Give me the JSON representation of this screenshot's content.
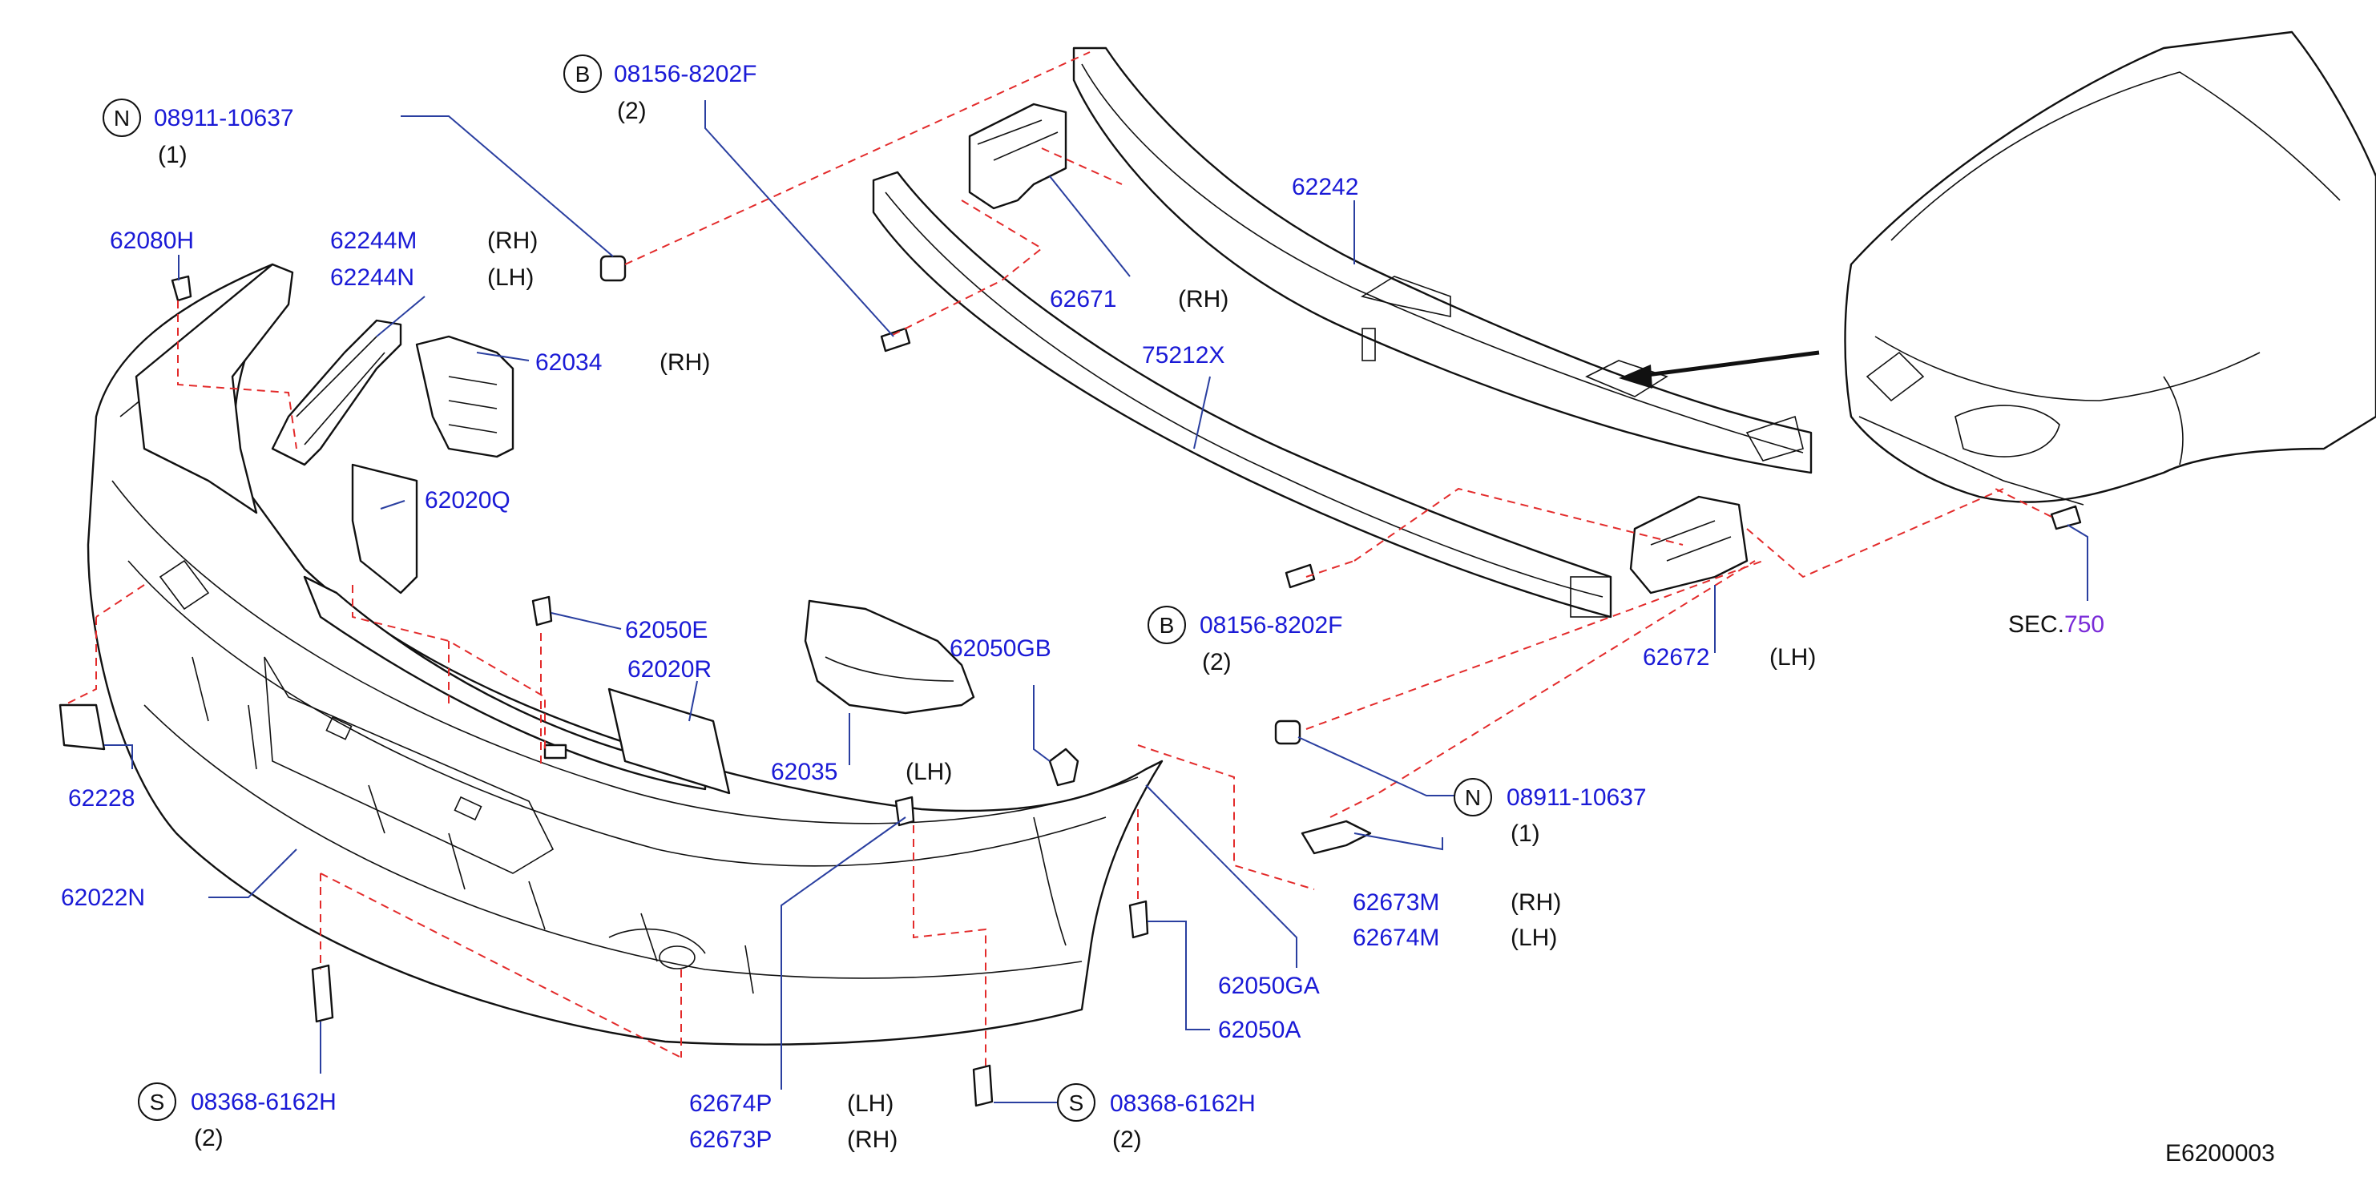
{
  "diagram_code": "E6200003",
  "arrow_target": {
    "prefix": "SEC.",
    "number": "750"
  },
  "callouts": {
    "c1": {
      "badge": "N",
      "part": "08911-10637",
      "qty": "(1)"
    },
    "c2": {
      "badge": "B",
      "part": "08156-8202F",
      "qty": "(2)"
    },
    "c3": {
      "part": "62080H"
    },
    "c4": {
      "part": "62244M",
      "side": "(RH)"
    },
    "c5": {
      "part": "62244N",
      "side": "(LH)"
    },
    "c6": {
      "part": "62034",
      "side": "(RH)"
    },
    "c7": {
      "part": "62242"
    },
    "c8": {
      "part": "62671",
      "side": "(RH)"
    },
    "c9": {
      "part": "75212X"
    },
    "c10": {
      "part": "62020Q"
    },
    "c11": {
      "part": "62050E"
    },
    "c12": {
      "part": "62020R"
    },
    "c13": {
      "part": "62050GB"
    },
    "c14": {
      "badge": "B",
      "part": "08156-8202F",
      "qty": "(2)"
    },
    "c15": {
      "part": "62672",
      "side": "(LH)"
    },
    "c16": {
      "part": "62035",
      "side": "(LH)"
    },
    "c17": {
      "part": "62228"
    },
    "c18": {
      "badge": "N",
      "part": "08911-10637",
      "qty": "(1)"
    },
    "c19": {
      "part": "62673M",
      "side": "(RH)"
    },
    "c20": {
      "part": "62674M",
      "side": "(LH)"
    },
    "c21": {
      "part": "62022N"
    },
    "c22": {
      "part": "62050GA"
    },
    "c23": {
      "part": "62050A"
    },
    "c24": {
      "badge": "S",
      "part": "08368-6162H",
      "qty": "(2)"
    },
    "c25": {
      "part": "62674P",
      "side": "(LH)"
    },
    "c26": {
      "part": "62673P",
      "side": "(RH)"
    },
    "c27": {
      "badge": "S",
      "part": "08368-6162H",
      "qty": "(2)"
    }
  }
}
